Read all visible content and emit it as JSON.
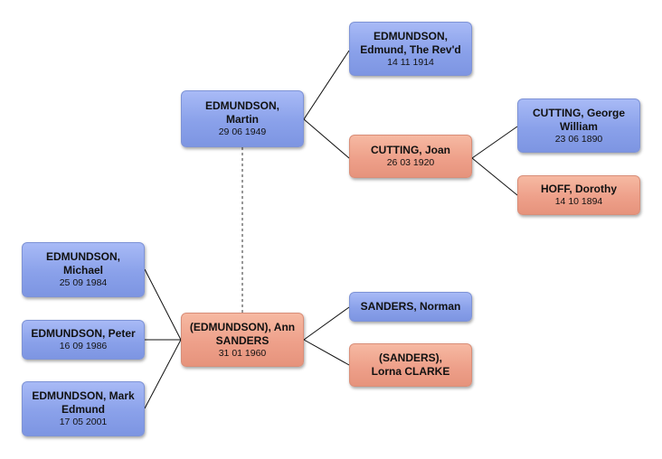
{
  "people": {
    "rev_edmund": {
      "name": "EDMUNDSON, Edmund, The Rev'd",
      "date": "14 11 1914",
      "sex": "male"
    },
    "martin": {
      "name": "EDMUNDSON, Martin",
      "date": "29 06 1949",
      "sex": "male"
    },
    "joan": {
      "name": "CUTTING, Joan",
      "date": "26 03 1920",
      "sex": "female"
    },
    "george": {
      "name": "CUTTING, George William",
      "date": "23 06 1890",
      "sex": "male"
    },
    "dorothy": {
      "name": "HOFF, Dorothy",
      "date": "14 10 1894",
      "sex": "female"
    },
    "michael": {
      "name": "EDMUNDSON, Michael",
      "date": "25 09 1984",
      "sex": "male"
    },
    "peter": {
      "name": "EDMUNDSON, Peter",
      "date": "16 09 1986",
      "sex": "male"
    },
    "mark": {
      "name": "EDMUNDSON, Mark Edmund",
      "date": "17 05 2001",
      "sex": "male"
    },
    "ann": {
      "name": "(EDMUNDSON), Ann SANDERS",
      "date": "31 01 1960",
      "sex": "female"
    },
    "norman": {
      "name": "SANDERS, Norman",
      "date": "",
      "sex": "male"
    },
    "lorna": {
      "name": "(SANDERS), Lorna CLARKE",
      "date": "",
      "sex": "female"
    }
  },
  "colors": {
    "male": "#8aa1ea",
    "female": "#eea08a",
    "line": "#111111",
    "marriage_line": "#777777"
  }
}
